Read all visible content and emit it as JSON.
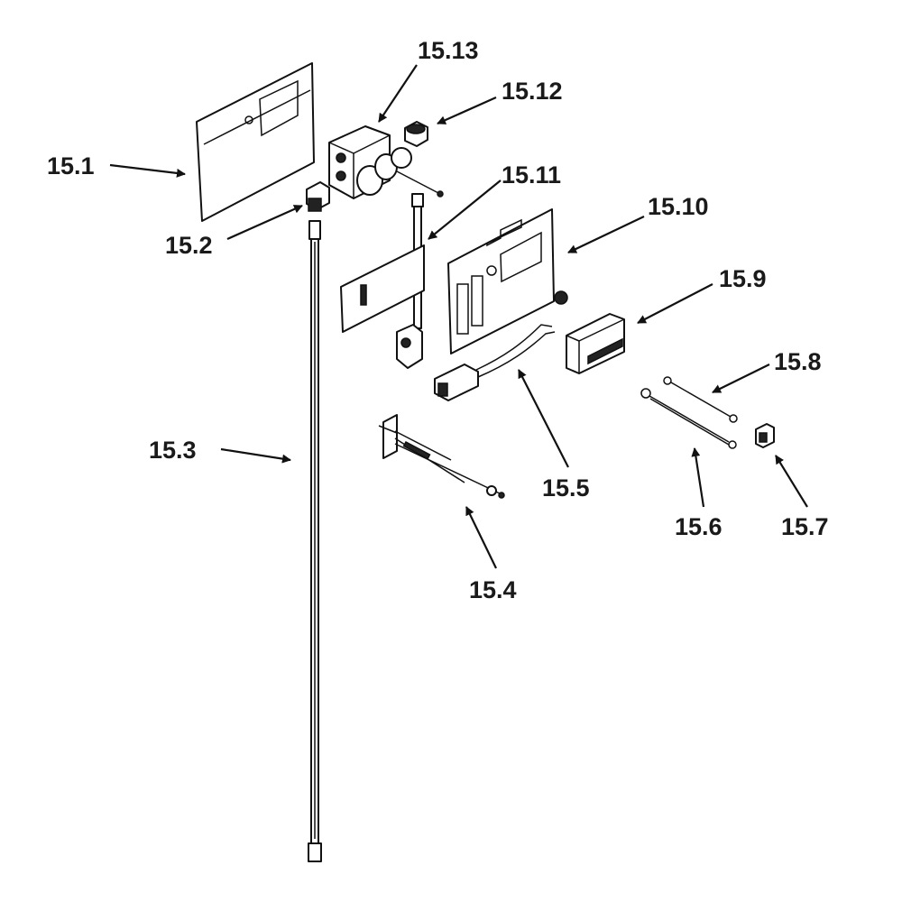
{
  "diagram": {
    "type": "exploded parts diagram",
    "labels": [
      {
        "id": "15.1"
      },
      {
        "id": "15.2"
      },
      {
        "id": "15.3"
      },
      {
        "id": "15.4"
      },
      {
        "id": "15.5"
      },
      {
        "id": "15.6"
      },
      {
        "id": "15.7"
      },
      {
        "id": "15.8"
      },
      {
        "id": "15.9"
      },
      {
        "id": "15.10"
      },
      {
        "id": "15.11"
      },
      {
        "id": "15.12"
      },
      {
        "id": "15.13"
      }
    ]
  }
}
